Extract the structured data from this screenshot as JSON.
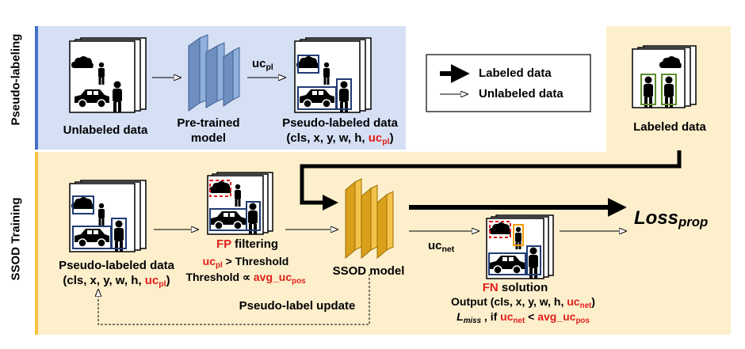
{
  "sections": {
    "pseudo_labeling": "Pseudo-labeling",
    "ssod_training": "SSOD Training"
  },
  "legend": {
    "labeled": "Labeled data",
    "unlabeled": "Unlabeled data"
  },
  "top": {
    "unlabeled_data": "Unlabeled data",
    "pretrained_line1": "Pre-trained",
    "pretrained_line2": "model",
    "uc_pl_base": "uc",
    "uc_pl_sub": "pl",
    "pseudo_labeled_title": "Pseudo-labeled data",
    "pseudo_labeled_fields": "(cls, x, y, w, h, ",
    "uc_red_base": "uc",
    "uc_red_sub": "pl",
    "close_paren": ")",
    "labeled_data": "Labeled data"
  },
  "bottom": {
    "pseudo_labeled_title": "Pseudo-labeled data",
    "pseudo_labeled_fields": "(cls, x, y, w, h, ",
    "fp": "FP",
    "filtering": " filtering",
    "uc_base": "uc",
    "uc_sub": "pl",
    "gt_threshold": " > Threshold",
    "threshold_prop": "Threshold ∝ ",
    "avg_uc": "avg_uc",
    "pos_sub": "pos",
    "ssod_model": "SSOD model",
    "uc_net_base": "uc",
    "uc_net_sub": "net",
    "fn": "FN",
    "solution": " solution",
    "output_fields": "Output (cls, x, y, w, h, ",
    "net_sub": "net",
    "l_base": "L",
    "l_sub": "miss",
    "if_text": " , if ",
    "lt": " < ",
    "loss_base": "Loss",
    "loss_sub": "prop",
    "pseudo_label_update": "Pseudo-label update"
  },
  "colors": {
    "blue_panel": "#d6e0f5",
    "yellow_panel": "#fdefcc",
    "blue_bar": "#4472c4",
    "yellow_bar": "#f6c242",
    "model_blue": "#6e8fbf",
    "model_gold": "#d9a01b",
    "red": "#e0201b",
    "box_blue": "#1f3b73",
    "box_green": "#5b8c2a"
  }
}
